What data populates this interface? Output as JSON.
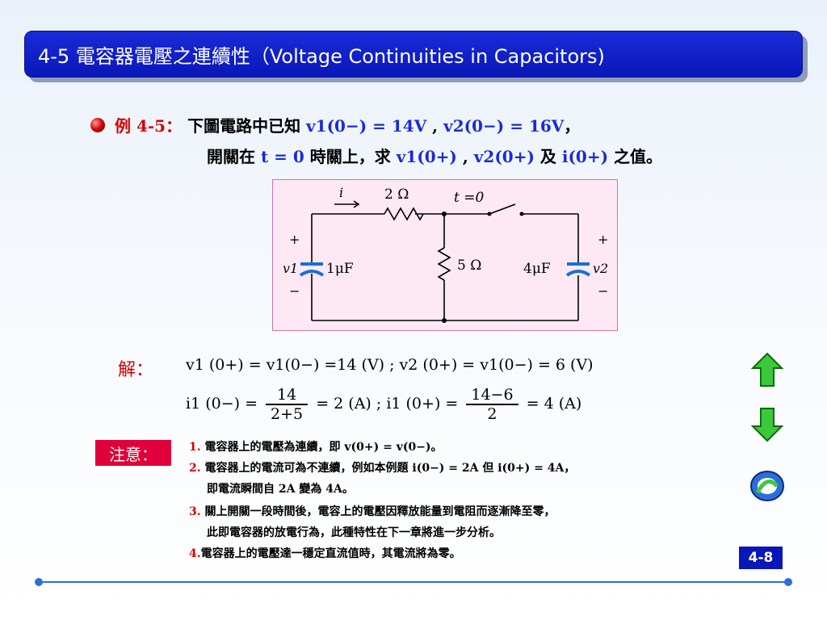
{
  "title": "4-5 電容器電壓之連續性（Voltage Continuities in Capacitors)",
  "example": {
    "label": "例 4-5：",
    "line1_text": "下圖電路中已知",
    "line1_v1": "v1(0−) = 14V",
    "line1_sep": " , ",
    "line1_v2": "v2(0−) = 16V",
    "line1_end": "，",
    "line2_text1": "開關在",
    "line2_t": "t = 0",
    "line2_text2": "時關上，求",
    "line2_q1": "v1(0+)",
    "line2_sep": " , ",
    "line2_q2": "v2(0+)",
    "line2_and": "及",
    "line2_q3": "i(0+)",
    "line2_end": "之值。"
  },
  "circuit": {
    "current_label": "i",
    "r1_label": "2 Ω",
    "switch_label": "t =0",
    "r2_label": "5 Ω",
    "c1_label": "1μF",
    "c2_label": "4μF",
    "v1_label": "v1",
    "v2_label": "v2",
    "plus": "+",
    "minus": "−"
  },
  "solution": {
    "label": "解：",
    "line1": "v1 (0+) = v1(0−) =14 (V) ; v2 (0+) = v1(0−) = 6 (V)",
    "line2_lhs": "i1 (0−) =",
    "line2_f1_num": "14",
    "line2_f1_den": "2+5",
    "line2_mid": "= 2 (A)   ;  i1 (0+) =",
    "line2_f2_num": "14−6",
    "line2_f2_den": "2",
    "line2_rhs": "= 4 (A)"
  },
  "notes": {
    "badge": "注意：",
    "n1_num": "1.",
    "n1": " 電容器上的電壓為連續，即 v(0+) = v(0−)。",
    "n2_num": "2.",
    "n2": " 電容器上的電流可為不連續，例如本例題 i(0−) = 2A 但 i(0+) = 4A，",
    "n2b": "即電流瞬間自 2A 變為 4A。",
    "n3_num": "3.",
    "n3": " 關上開關一段時間後，電容上的電壓因釋放能量到電阻而逐漸降至零，",
    "n3b": "此即電容器的放電行為，此種特性在下一章將進一步分析。",
    "n4_num": "4.",
    "n4": "電容器上的電壓達一穩定直流值時，其電流將為零。"
  },
  "page_number": "4-8",
  "icons": {
    "up": "arrow-up-icon",
    "down": "arrow-down-icon",
    "return": "return-icon"
  },
  "colors": {
    "title_bg": "#0a17b8",
    "accent_red": "#d40000",
    "accent_blue": "#1a2bd8",
    "badge": "#e0003a"
  }
}
